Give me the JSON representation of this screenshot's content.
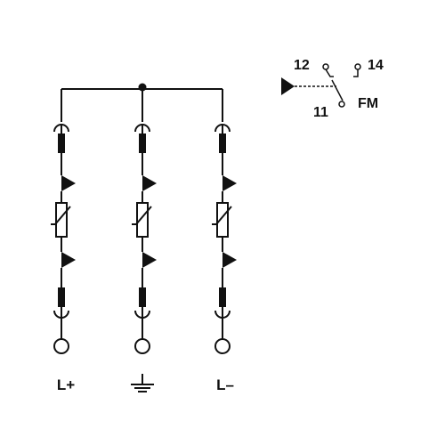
{
  "diagram": {
    "stroke_color": "#111111",
    "background": "#ffffff",
    "branches": [
      {
        "id": "l-plus",
        "terminal_label": "L+",
        "ground_symbol": false
      },
      {
        "id": "ground",
        "terminal_label": "",
        "ground_symbol": true
      },
      {
        "id": "l-minus",
        "terminal_label": "L–",
        "ground_symbol": false
      }
    ],
    "remote_contact": {
      "label_12": "12",
      "label_14": "14",
      "label_11": "11",
      "label_fm": "FM"
    }
  }
}
